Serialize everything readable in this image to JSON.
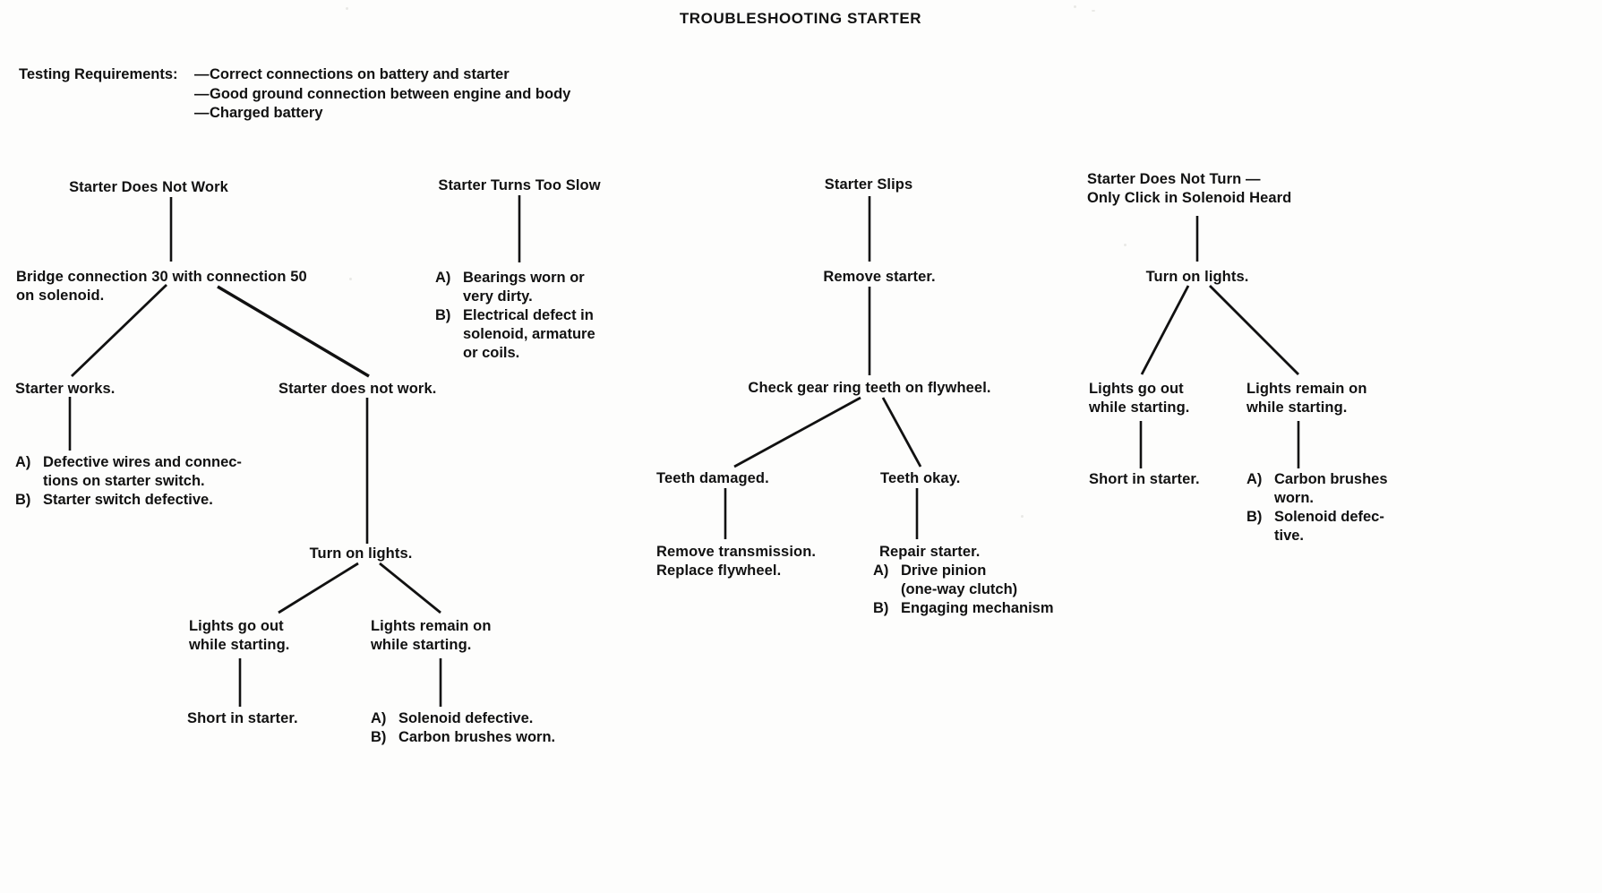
{
  "document": {
    "title": "TROUBLESHOOTING STARTER",
    "type": "troubleshooting-flowchart"
  },
  "requirements": {
    "label": "Testing Requirements:",
    "dash": "—",
    "items": [
      "Correct connections on battery and starter",
      "Good ground connection between engine and body",
      "Charged battery"
    ]
  },
  "branches": [
    {
      "id": "starter-does-not-work",
      "heading": "Starter Does Not Work",
      "nodes": {
        "bridge": "Bridge connection 30 with connection 50\non solenoid.",
        "starter_works": "Starter works.",
        "starter_does_not_work": "Starter does not work.",
        "turn_on_lights": "Turn on lights.",
        "lights_go_out": "Lights go out\nwhile starting.",
        "lights_remain_on": "Lights remain on\nwhile starting.",
        "short_in_starter": "Short in starter."
      },
      "lists": {
        "starter_works_causes": [
          {
            "mark": "A)",
            "text": "Defective wires and connec-\ntions on starter switch."
          },
          {
            "mark": "B)",
            "text": "Starter switch defective."
          }
        ],
        "lights_remain_causes": [
          {
            "mark": "A)",
            "text": "Solenoid defective."
          },
          {
            "mark": "B)",
            "text": "Carbon brushes worn."
          }
        ]
      }
    },
    {
      "id": "starter-turns-too-slow",
      "heading": "Starter Turns Too Slow",
      "lists": {
        "causes": [
          {
            "mark": "A)",
            "text": "Bearings worn or\nvery dirty."
          },
          {
            "mark": "B)",
            "text": "Electrical defect in\nsolenoid, armature\nor coils."
          }
        ]
      }
    },
    {
      "id": "starter-slips",
      "heading": "Starter Slips",
      "nodes": {
        "remove_starter": "Remove starter.",
        "check_gear_ring": "Check gear ring teeth on flywheel.",
        "teeth_damaged": "Teeth damaged.",
        "teeth_okay": "Teeth okay.",
        "remove_transmission": "Remove transmission.\nReplace flywheel.",
        "repair_starter": "Repair starter."
      },
      "lists": {
        "repair_starter_items": [
          {
            "mark": "A)",
            "text": "Drive pinion\n(one-way clutch)"
          },
          {
            "mark": "B)",
            "text": "Engaging mechanism"
          }
        ]
      }
    },
    {
      "id": "starter-does-not-turn",
      "heading": "Starter Does Not Turn —\nOnly Click in Solenoid Heard",
      "nodes": {
        "turn_on_lights": "Turn on lights.",
        "lights_go_out": "Lights go out\nwhile starting.",
        "lights_remain_on": "Lights remain on\nwhile starting.",
        "short_in_starter": "Short in starter."
      },
      "lists": {
        "lights_remain_causes": [
          {
            "mark": "A)",
            "text": "Carbon brushes\nworn."
          },
          {
            "mark": "B)",
            "text": "Solenoid defec-\ntive."
          }
        ]
      }
    }
  ],
  "style": {
    "ink": "#111111",
    "paper": "#fdfdfc"
  }
}
